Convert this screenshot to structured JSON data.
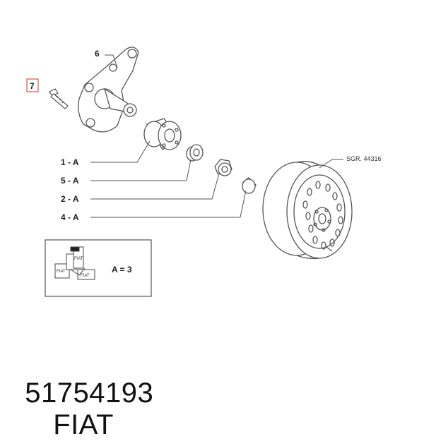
{
  "callouts": {
    "part6": "6",
    "part7": "7",
    "part1": "1 - A",
    "part5": "5 - A",
    "part2": "2 - A",
    "part4": "4 - A"
  },
  "wheel_label": "SGR. 44316",
  "kit_box": {
    "label": "A = 3",
    "box_tags": [
      "FIAT",
      "FIAT",
      "FIAT"
    ]
  },
  "footer": {
    "part_number": "51754193",
    "brand": "FIAT"
  },
  "colors": {
    "line": "#555555",
    "highlight_box": "#d9534f"
  }
}
